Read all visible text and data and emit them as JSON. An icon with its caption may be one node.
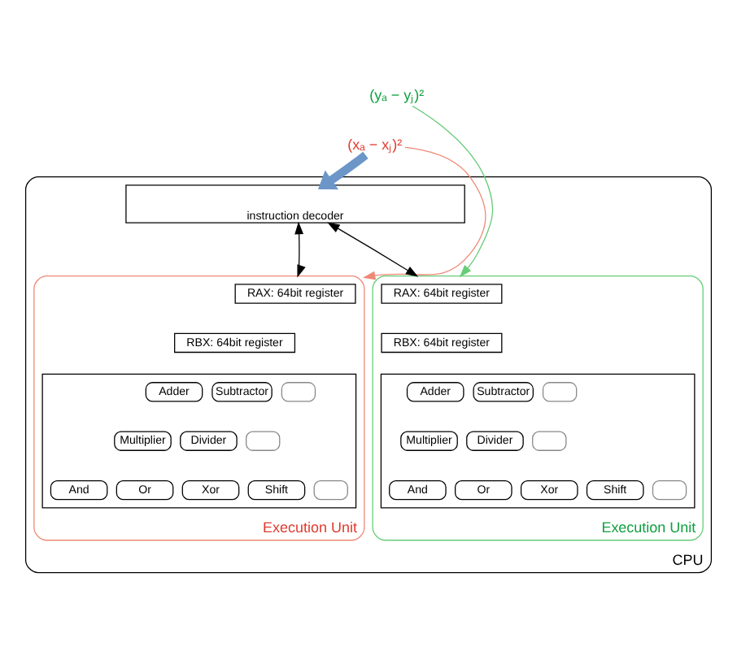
{
  "diagram": {
    "nodes": [
      {
        "text": [
          "(yₐ − yⱼ)²"
        ]
      },
      {
        "text": [
          "(xₐ − xⱼ)²"
        ]
      },
      {
        "text": [
          "CPU"
        ]
      },
      {
        "text": [
          "instruction decoder"
        ],
        "in": 2
      },
      {
        "text": [
          "Execution Unit"
        ],
        "in": 2
      },
      {
        "text": [
          "RAX: 64bit register"
        ],
        "in": 4
      },
      {
        "text": [
          "RBX: 64bit register"
        ],
        "in": 4
      },
      {
        "text": [],
        "shape": "box",
        "in": 4
      },
      {
        "text": [
          "Adder"
        ],
        "in": 7
      },
      {
        "text": [
          "Subtractor"
        ],
        "in": 7
      },
      {
        "text": [],
        "shape": "box",
        "in": 7
      },
      {
        "text": [
          "Multiplier"
        ],
        "in": 7
      },
      {
        "text": [
          "Divider"
        ],
        "in": 7
      },
      {
        "text": [],
        "shape": "box",
        "in": 7
      },
      {
        "text": [
          "And"
        ],
        "in": 7
      },
      {
        "text": [
          "Or"
        ],
        "in": 7
      },
      {
        "text": [
          "Xor"
        ],
        "in": 7
      },
      {
        "text": [
          "Shift"
        ],
        "in": 7
      },
      {
        "text": [],
        "shape": "box",
        "in": 7
      },
      {
        "text": [
          "Execution Unit"
        ],
        "in": 2
      },
      {
        "text": [
          "RAX: 64bit register"
        ],
        "in": 19
      },
      {
        "text": [
          "RBX: 64bit register"
        ],
        "in": 19
      },
      {
        "text": [],
        "shape": "box",
        "in": 19
      },
      {
        "text": [
          "Adder"
        ],
        "in": 22
      },
      {
        "text": [
          "Subtractor"
        ],
        "in": 22
      },
      {
        "text": [],
        "shape": "box",
        "in": 22
      },
      {
        "text": [
          "Multiplier"
        ],
        "in": 22
      },
      {
        "text": [
          "Divider"
        ],
        "in": 22
      },
      {
        "text": [],
        "shape": "box",
        "in": 22
      },
      {
        "text": [
          "And"
        ],
        "in": 22
      },
      {
        "text": [
          "Or"
        ],
        "in": 22
      },
      {
        "text": [
          "Xor"
        ],
        "in": 22
      },
      {
        "text": [
          "Shift"
        ],
        "in": 22
      },
      {
        "text": [],
        "shape": "box",
        "in": 22
      }
    ],
    "edges": [
      {
        "from": 0,
        "to": 19,
        "arrow": "to",
        "color": "#66cc77"
      },
      {
        "from": 1,
        "to": 4,
        "arrow": "to",
        "color": "#ee8877"
      },
      {
        "from": 1,
        "to": 3,
        "arrow": "to",
        "style": "thick",
        "color": "#6c96c8"
      },
      {
        "from": 3,
        "to": 4,
        "arrow": "both",
        "color": "#000000"
      },
      {
        "from": 3,
        "to": 19,
        "arrow": "both",
        "color": "#000000"
      }
    ]
  }
}
